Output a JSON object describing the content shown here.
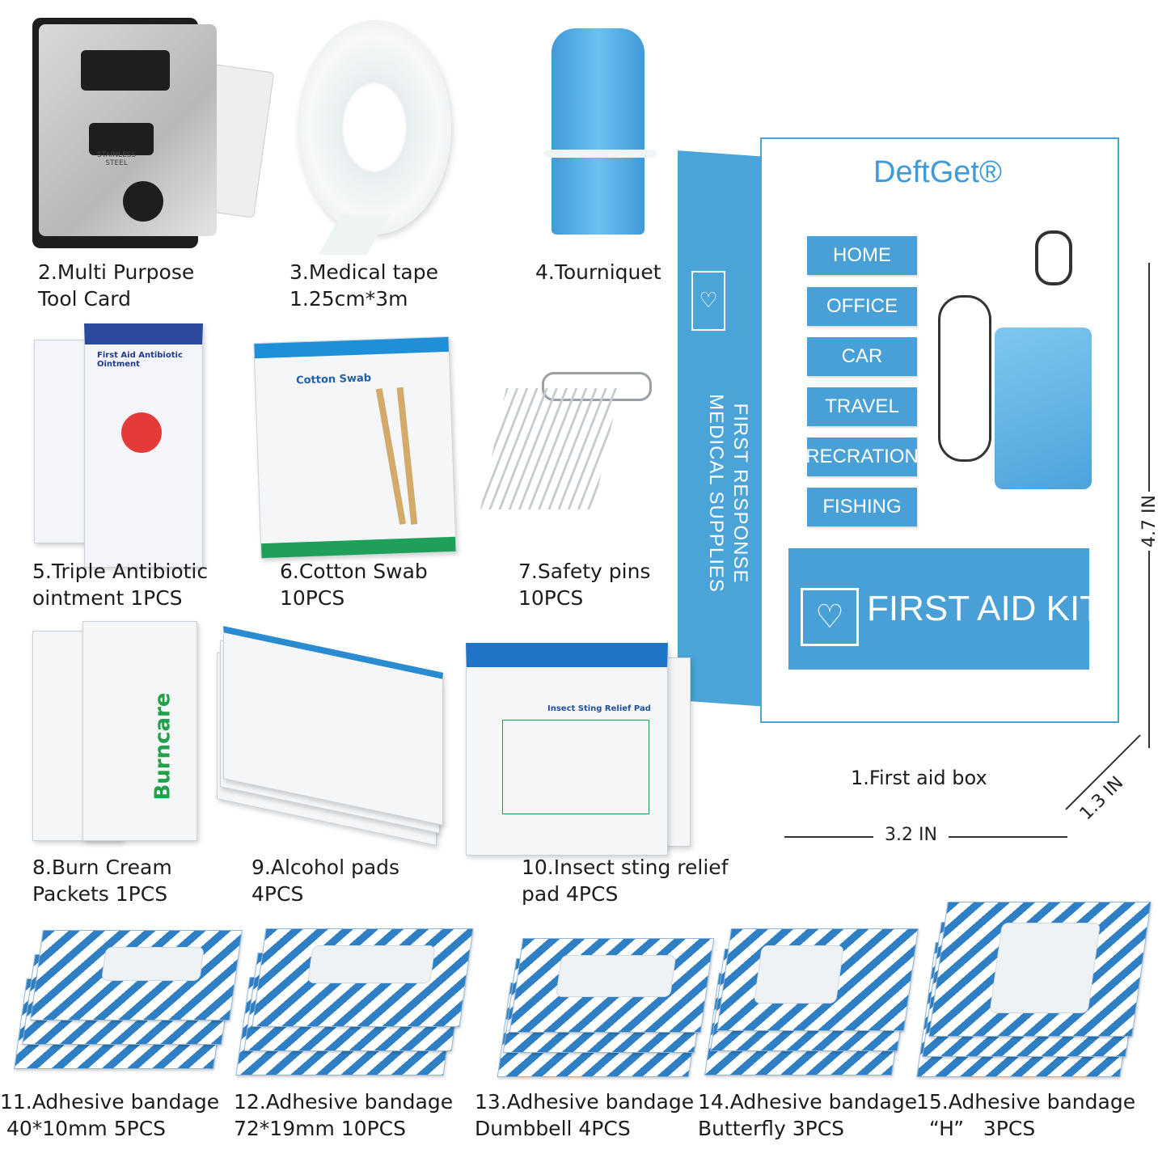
{
  "colors": {
    "box_blue": "#48a0d6",
    "bandage_blue": "#2f7fc4",
    "tourniquet_blue": "#58b0e8"
  },
  "items": [
    {
      "id": "tool-card",
      "label": "2.Multi Purpose\nTool Card",
      "print": "STAINLESS\nSTEEL"
    },
    {
      "id": "medical-tape",
      "label": "3.Medical tape\n1.25cm*3m"
    },
    {
      "id": "tourniquet",
      "label": "4.Tourniquet"
    },
    {
      "id": "antibiotic",
      "label": "5.Triple Antibiotic\nointment 1PCS",
      "print": "First Aid Antibiotic Ointment"
    },
    {
      "id": "cotton-swab",
      "label": "6.Cotton Swab\n10PCS",
      "print": "Cotton Swab"
    },
    {
      "id": "safety-pins",
      "label": "7.Safety pins\n10PCS"
    },
    {
      "id": "burn-cream",
      "label": "8.Burn Cream\nPackets 1PCS",
      "print": "Burncare"
    },
    {
      "id": "alcohol-pads",
      "label": "9.Alcohol pads\n4PCS"
    },
    {
      "id": "insect-sting",
      "label": "10.Insect sting relief\npad 4PCS",
      "print": "Insect Sting Relief Pad"
    },
    {
      "id": "bandage-40x10",
      "label": "11.Adhesive bandage\n 40*10mm 5PCS"
    },
    {
      "id": "bandage-72x19",
      "label": "12.Adhesive bandage\n72*19mm 10PCS"
    },
    {
      "id": "bandage-dumbbell",
      "label": "13.Adhesive bandage\nDumbbell 4PCS"
    },
    {
      "id": "bandage-butterfly",
      "label": "14.Adhesive bandage\nButterfly 3PCS"
    },
    {
      "id": "bandage-h",
      "label": "15.Adhesive bandage\n  “H”   3PCS"
    }
  ],
  "box": {
    "label": "1.First aid box",
    "brand": "DeftGet®",
    "side_text": "FIRST RESPONSE\nMEDICAL SUPPLIES",
    "uses": [
      "HOME",
      "OFFICE",
      "CAR",
      "TRAVEL",
      "RECRATION",
      "FISHING"
    ],
    "banner": "FIRST AID KIT",
    "dimensions": {
      "height": "4.7 IN",
      "depth": "1.3 IN",
      "width": "3.2 IN"
    }
  }
}
